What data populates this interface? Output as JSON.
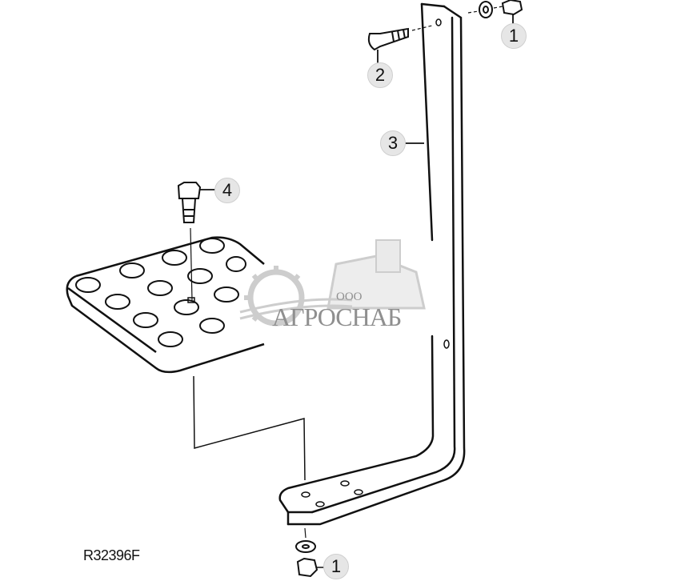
{
  "figure": {
    "id_label": "R32396F",
    "description": "Exploded parts diagram of a step assembly with mounting bracket"
  },
  "callouts": [
    {
      "number": "1",
      "position": "top-right nut"
    },
    {
      "number": "2",
      "position": "bolt at top"
    },
    {
      "number": "3",
      "position": "bracket"
    },
    {
      "number": "4",
      "position": "bolt above step plate"
    },
    {
      "number": "1",
      "position": "bottom nut"
    }
  ],
  "watermark": {
    "prefix": "ООО",
    "name": "АГРОСНАБ",
    "color": "#8f8f8f"
  },
  "colors": {
    "line": "#111111",
    "callout_fill": "#e6e6e6",
    "background": "#ffffff"
  }
}
